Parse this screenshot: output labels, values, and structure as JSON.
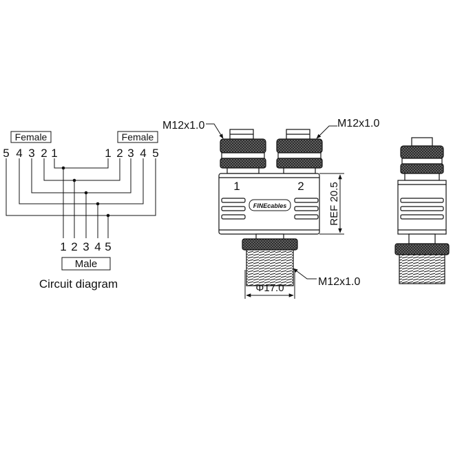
{
  "circuit": {
    "female_left_label": "Female",
    "female_right_label": "Female",
    "male_label": "Male",
    "caption": "Circuit diagram",
    "left_pins": [
      "5",
      "4",
      "3",
      "2",
      "1"
    ],
    "right_pins": [
      "1",
      "2",
      "3",
      "4",
      "5"
    ],
    "male_pins": [
      "1",
      "2",
      "3",
      "4",
      "5"
    ]
  },
  "front_view": {
    "thread_top_left": "M12x1.0",
    "thread_top_right": "M12x1.0",
    "thread_bottom": "M12x1.0",
    "port1_label": "1",
    "port2_label": "2",
    "logo_text": "FINEcables",
    "height_dim": "REF 20.5",
    "diameter_dim": "Φ17.0"
  },
  "colors": {
    "ink": "#111111",
    "body_fill": "#f2f2f2",
    "knurl": "#1a1a1a"
  }
}
